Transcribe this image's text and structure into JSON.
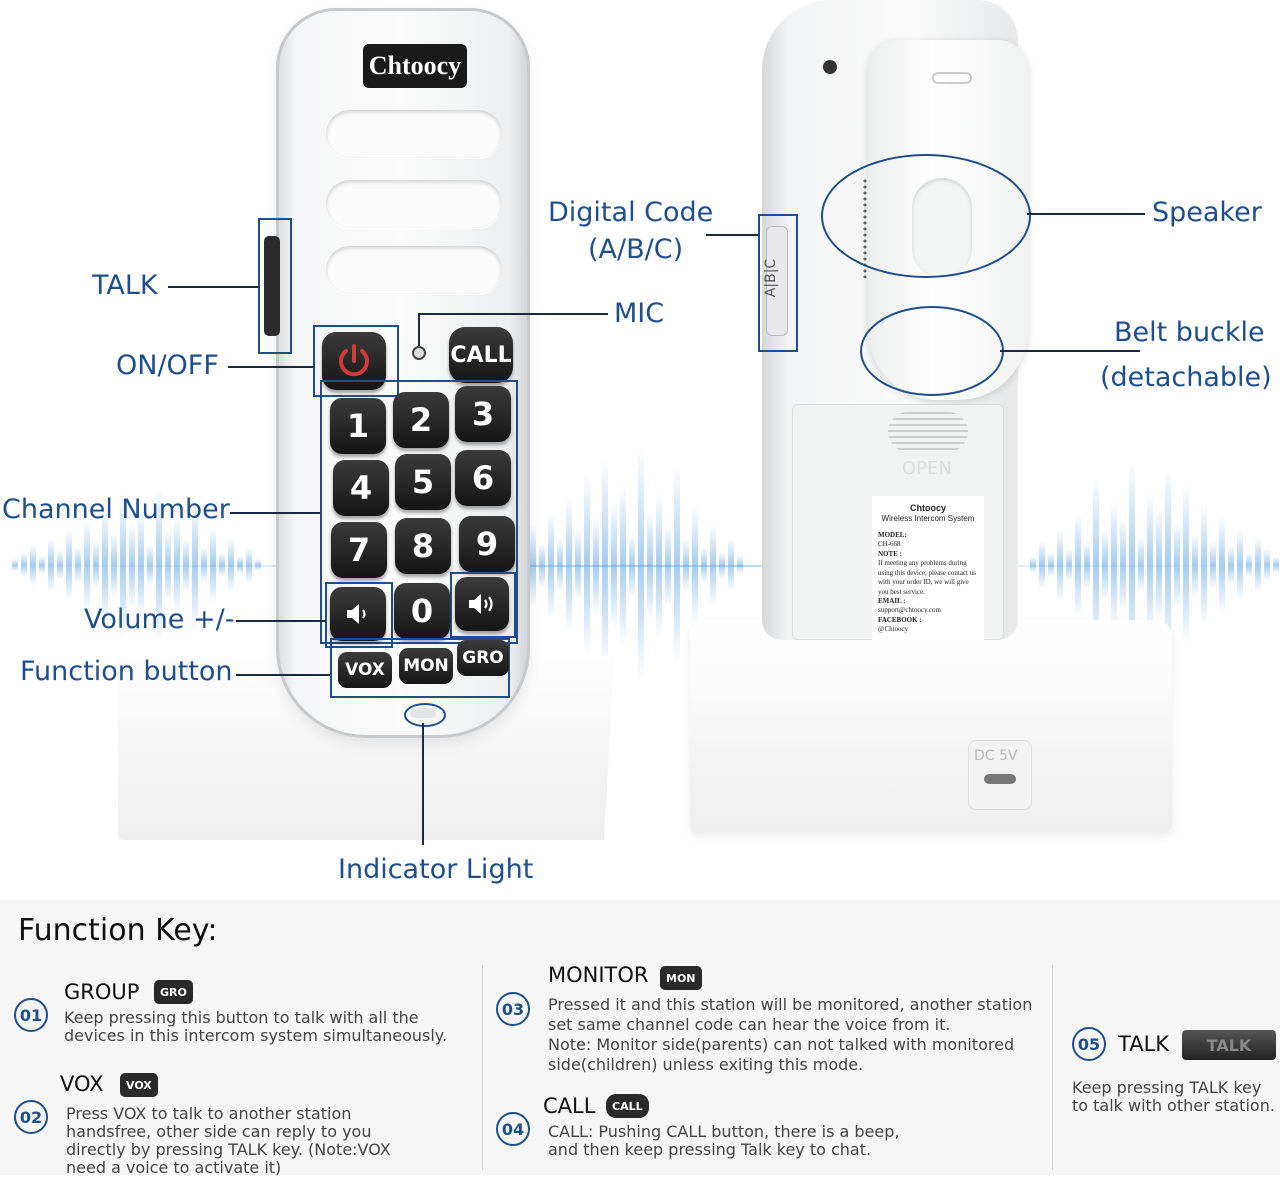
{
  "device": {
    "brand": "Chtoocy",
    "keys": [
      "1",
      "2",
      "3",
      "4",
      "5",
      "6",
      "7",
      "8",
      "9",
      "0"
    ],
    "call_key": "CALL",
    "function_keys": [
      "VOX",
      "MON",
      "GRO"
    ],
    "switch_code": "A|B|C",
    "port_label": "DC 5V",
    "open_label": "OPEN",
    "sticker": {
      "title": "Chtoocy",
      "subtitle": "Wireless Intercom System",
      "model_label": "MODEL:",
      "model": "CH-668",
      "note_label": "NOTE :",
      "note": "If meeting any problems during using this device, please contact us with your order ID, we will give you best service.",
      "email_label": "EMAIL :",
      "email": "support@chtoocy.com",
      "facebook_label": "FACEBOOK :",
      "facebook": "@Chtoocy"
    }
  },
  "callouts": {
    "talk": "TALK",
    "on_off": "ON/OFF",
    "channel_number": "Channel Number",
    "volume": "Volume +/-",
    "function_button": "Function button",
    "indicator_light": "Indicator Light",
    "digital_code": "Digital Code",
    "digital_code_sub": "(A/B/C)",
    "mic": "MIC",
    "speaker": "Speaker",
    "belt_buckle": "Belt buckle",
    "belt_buckle_sub": "(detachable)"
  },
  "function_key": {
    "title": "Function Key:",
    "items": [
      {
        "num": "01",
        "name": "GROUP",
        "tag": "GRO",
        "desc1": "Keep pressing this button to talk with all the",
        "desc2": "devices in this intercom system simultaneously."
      },
      {
        "num": "02",
        "name": "VOX",
        "tag": "VOX",
        "desc1": "Press VOX to talk to another station",
        "desc2": "handsfree, other side can reply to you",
        "desc3": "directly by pressing TALK key. (Note:VOX",
        "desc4": "need a voice to activate it)"
      },
      {
        "num": "03",
        "name": "MONITOR",
        "tag": "MON",
        "desc1": "Pressed it and this station will be monitored, another station",
        "desc2": "set same channel code can hear the voice from it.",
        "desc3": "Note: Monitor side(parents) can not talked with monitored",
        "desc4": "side(children) unless exiting this mode."
      },
      {
        "num": "04",
        "name": "CALL",
        "tag": "CALL",
        "desc1": "CALL: Pushing CALL button, there is a beep,",
        "desc2": "and then keep pressing Talk key to chat."
      },
      {
        "num": "05",
        "name": "TALK",
        "tag": "TALK",
        "desc1": "Keep pressing TALK key",
        "desc2": "to talk with other station."
      }
    ]
  },
  "colors": {
    "accent": "#1f4e8c",
    "wave": "#5da4e2",
    "key": "#1a1a1a",
    "power": "#d23a3a"
  }
}
